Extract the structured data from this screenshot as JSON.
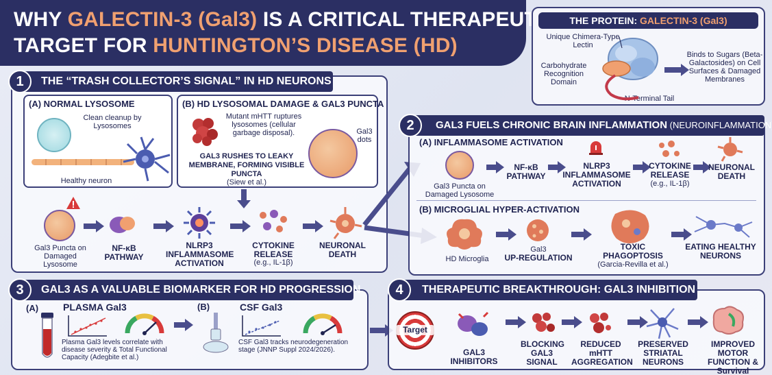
{
  "title": {
    "line1_pre": "WHY ",
    "line1_accent": "GALECTIN-3 (Gal3)",
    "line1_post": " IS A CRITICAL THERAPEUTIC",
    "line2_pre": "TARGET FOR ",
    "line2_accent": "HUNTINGTON’S DISEASE (HD)"
  },
  "protein": {
    "header_pre": "THE PROTEIN: ",
    "header_accent": "GALECTIN-3 (Gal3)",
    "label_chimera": "Unique Chimera-Type Lectin",
    "label_crd": "Carbohydrate Recognition Domain",
    "label_tail": "N-Terminal Tail",
    "label_binds": "Binds to Sugars (Beta-Galactosides) on Cell Surfaces & Damaged Membranes"
  },
  "section1": {
    "num": "1",
    "header": "THE “TRASH COLLECTOR’S SIGNAL” IN HD NEURONS",
    "a_title": "(A) NORMAL LYSOSOME",
    "a_cleanup": "Clean cleanup by Lysosomes",
    "a_neuron": "Healthy neuron",
    "b_title": "(B) HD LYSOSOMAL DAMAGE & GAL3 PUNCTA",
    "b_mutant": "Mutant mHTT ruptures lysosomes (cellular garbage disposal).",
    "b_dots": "Gal3 dots",
    "b_rush": "GAL3 RUSHES TO LEAKY MEMBRANE, FORMING VISIBLE PUNCTA",
    "b_cite": "(Siew et al.)",
    "flow": [
      {
        "label": "Gal3 Puncta on Damaged Lysosome"
      },
      {
        "label": "NF-κB PATHWAY"
      },
      {
        "label": "NLRP3 INFLAMMASOME ACTIVATION"
      },
      {
        "label": "CYTOKINE RELEASE",
        "note": "(e.g., IL-1β)"
      },
      {
        "label": "NEURONAL DEATH"
      }
    ]
  },
  "section2": {
    "num": "2",
    "header_main": "GAL3 FUELS CHRONIC BRAIN INFLAMMATION",
    "header_paren": " (NEUROINFLAMMATION)",
    "a_title": "(A) INFLAMMASOME ACTIVATION",
    "a_flow": [
      {
        "label": "Gal3 Puncta on Damaged Lysosome"
      },
      {
        "label": "NF-κB PATHWAY"
      },
      {
        "label": "NLRP3 INFLAMMASOME ACTIVATION"
      },
      {
        "label": "CYTOKINE RELEASE",
        "note": "(e.g., IL-1β)"
      },
      {
        "label": "NEURONAL DEATH"
      }
    ],
    "b_title": "(B) MICROGLIAL HYPER-ACTIVATION",
    "b_flow": [
      {
        "label": "HD Microglia"
      },
      {
        "label": "Gal3",
        "label2": "UP-REGULATION"
      },
      {
        "label": "TOXIC PHAGOPTOSIS",
        "note": "(Garcia-Revilla et al.)"
      },
      {
        "label": "EATING HEALTHY NEURONS"
      }
    ]
  },
  "section3": {
    "num": "3",
    "header": "GAL3 AS A VALUABLE BIOMARKER FOR HD PROGRESSION",
    "a_tag": "(A)",
    "a_title": "PLASMA Gal3",
    "a_text": "Plasma Gal3 levels correlate with disease severity & Total Functional Capacity (Adegbite et al.)",
    "b_tag": "(B)",
    "b_title": "CSF Gal3",
    "b_text": "CSF Gal3 tracks neurodegeneration stage (JNNP Suppl 2024/2026)."
  },
  "section4": {
    "num": "4",
    "header": "THERAPEUTIC BREAKTHROUGH: GAL3 INHIBITION",
    "target": "Target",
    "flow": [
      {
        "label": "GAL3 INHIBITORS"
      },
      {
        "label": "BLOCKING GAL3 SIGNAL"
      },
      {
        "label": "REDUCED mHTT AGGREGATION"
      },
      {
        "label": "PRESERVED STRIATAL NEURONS"
      },
      {
        "label": "IMPROVED MOTOR FUNCTION & Survival"
      }
    ]
  },
  "colors": {
    "navy": "#2b2f63",
    "accent": "#f0a070",
    "arrow": "#4a4d8c",
    "cell": "#e07a5a",
    "alert": "#d83a3a"
  }
}
